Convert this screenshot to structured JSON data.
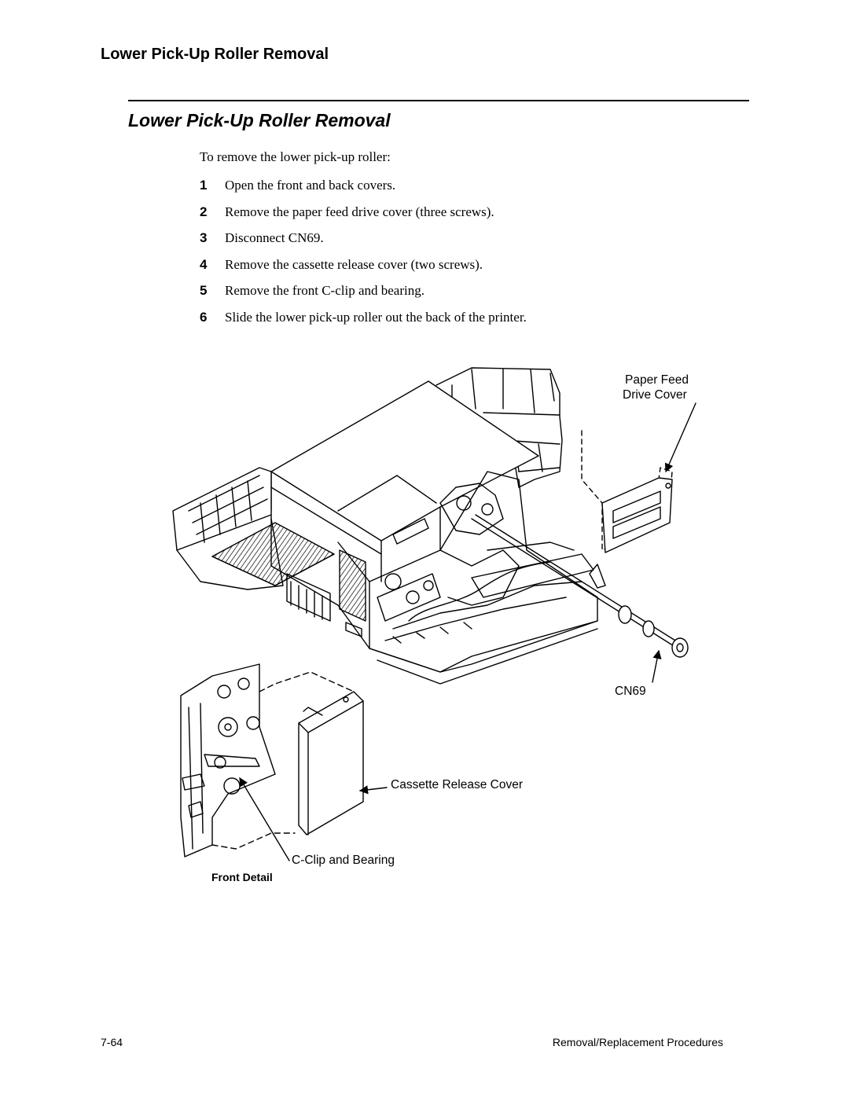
{
  "header": {
    "running_head": "Lower Pick-Up Roller Removal"
  },
  "section": {
    "title": "Lower Pick-Up Roller Removal"
  },
  "intro": "To remove the lower pick-up roller:",
  "steps": [
    {
      "num": "1",
      "text": "Open the front and back covers."
    },
    {
      "num": "2",
      "text": "Remove the paper feed drive cover (three screws)."
    },
    {
      "num": "3",
      "text": "Disconnect CN69."
    },
    {
      "num": "4",
      "text": "Remove the cassette release cover (two screws)."
    },
    {
      "num": "5",
      "text": "Remove the front C-clip and bearing."
    },
    {
      "num": "6",
      "text": "Slide the lower pick-up roller out the back of the printer."
    }
  ],
  "figure": {
    "callouts": {
      "paper_feed_line1": "Paper Feed",
      "paper_feed_line2": "Drive Cover",
      "cn69": "CN69",
      "cassette_release": "Cassette Release Cover",
      "cclip": "C-Clip and Bearing"
    },
    "detail_label": "Front Detail"
  },
  "footer": {
    "page_number": "7-64",
    "chapter": "Removal/Replacement Procedures"
  }
}
